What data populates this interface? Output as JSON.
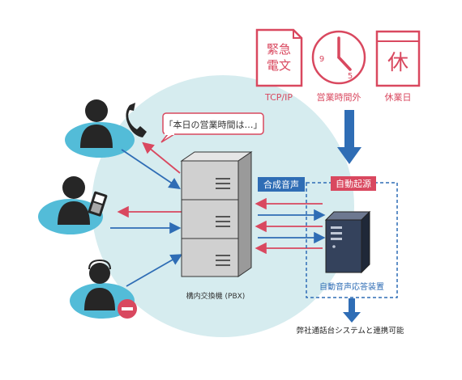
{
  "triggers": {
    "emergency_doc": {
      "line1": "緊急",
      "line2": "電文",
      "caption": "TCP/IP"
    },
    "clock": {
      "num_9": "9",
      "num_5": "5",
      "caption": "営業時間外"
    },
    "holiday": {
      "char": "休",
      "caption": "休業日"
    }
  },
  "speech_bubble": "「本日の営業時間は…」",
  "labels": {
    "synth_voice": "合成音声",
    "auto_start": "自動起源",
    "pbx": "構内交換機 (PBX)",
    "ivr": "自動音声応答装置",
    "integration": "弊社通話台システムと連携可能"
  },
  "colors": {
    "red": "#d9485f",
    "blue": "#2f6db5",
    "light_blue_bg": "#d6ecef",
    "person_circle": "#53bcd8",
    "server_gray": "#d0d0d0",
    "dark_server": "#34425c"
  }
}
